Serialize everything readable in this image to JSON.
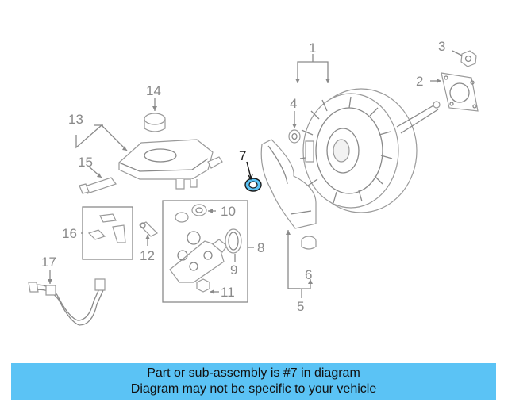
{
  "diagram": {
    "labels": {
      "c1": "1",
      "c2": "2",
      "c3": "3",
      "c4": "4",
      "c5": "5",
      "c6": "6",
      "c7": "7",
      "c8": "8",
      "c9": "9",
      "c10": "10",
      "c11": "11",
      "c12": "12",
      "c13": "13",
      "c14": "14",
      "c15": "15",
      "c16": "16",
      "c17": "17"
    },
    "highlighted_part": "7",
    "colors": {
      "highlight": "#5bc3f5",
      "line": "#8a8a8a",
      "banner": "#5bc3f5"
    }
  },
  "banner": {
    "line1": "Part or sub-assembly is #7 in diagram",
    "line2": "Diagram may not be specific to your vehicle"
  }
}
